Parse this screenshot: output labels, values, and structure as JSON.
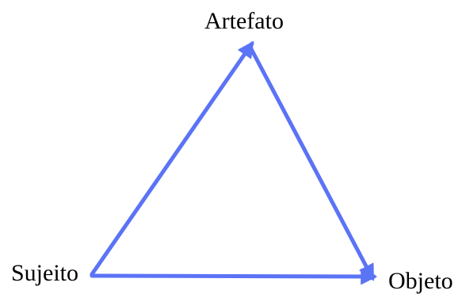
{
  "nodes": {
    "artefato": "Artefato",
    "sujeito": "Sujeito",
    "objeto": "Objeto"
  },
  "colors": {
    "edge": "#5b73f5",
    "text": "#000000",
    "background": "#ffffff"
  }
}
